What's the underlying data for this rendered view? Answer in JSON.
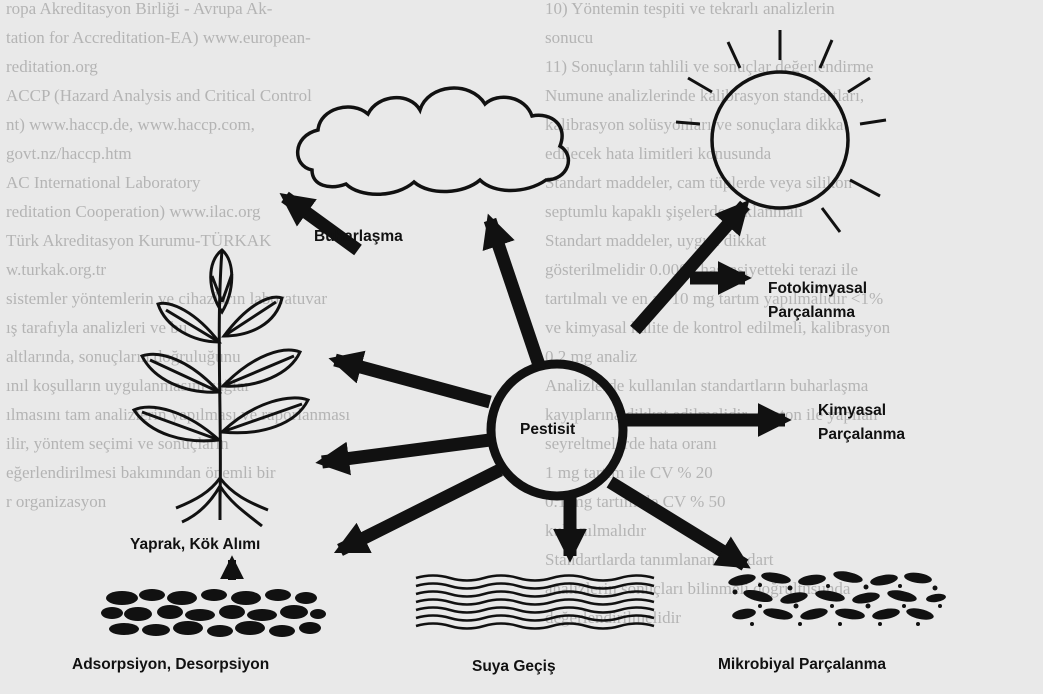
{
  "diagram": {
    "center_label": "Pestisit",
    "labels": {
      "evaporation": "Buharlaşma",
      "photochemical_1": "Fotokimyasal",
      "photochemical_2": "Parçalanma",
      "chemical_1": "Kimyasal",
      "chemical_2": "Parçalanma",
      "uptake": "Yaprak, Kök Alımı",
      "adsorption": "Adsorpsiyon, Desorpsiyon",
      "water": "Suya Geçiş",
      "microbial": "Mikrobiyal Parçalanma"
    }
  },
  "background_text": {
    "left": [
      "ropa Akreditasyon Birliği - Avrupa Ak-",
      "tation for Accreditation-EA) www.european-",
      "reditation.org",
      "ACCP (Hazard Analysis and Critical Control",
      "nt) www.haccp.de, www.haccp.com,",
      "govt.nz/haccp.htm",
      "AC International Laboratory",
      "reditation Cooperation) www.ilac.org",
      "Türk Akreditasyon Kurumu-TÜRKAK",
      "w.turkak.org.tr",
      "sistemler yöntemlerin ve cihazların laboratuvar",
      "ış tarafıyla analizleri ve bu",
      "altlarında, sonuçların doğruluğunu",
      "ınıl koşulların uygulanmasını sağlar",
      "ılmasını tam analizlerin yapılması ve raporlanması",
      "ilir, yöntem seçimi ve sonuçların",
      "eğerlendirilmesi bakımından önemli bir",
      "r organizasyon"
    ],
    "right": [
      "10) Yöntemin tespiti ve tekrarlı analizlerin",
      "sonucu",
      "11) Sonuçların tahlili ve sonuçlar değerlendirme",
      "Numune analizlerinde kalibrasyon standartları,",
      "kalibrasyon solüsyonları ve sonuçlara dikkat",
      "edilecek hata limitleri konusunda",
      "Standart maddeler, cam tüplerde veya silikon",
      "septumlu kapaklı şişelerde saklanmalı",
      "Standart maddeler, uygun dikkat",
      "gösterilmelidir 0.0001 hassasiyetteki terazi ile",
      "tartılmalı ve en az 10 mg tartım yapılmalıdır <1%",
      "ve kimyasal kalite de kontrol edilmeli, kalibrasyon",
      "0.2 mg analiz",
      "Analizlerde kullanılan standartların buharlaşma",
      "kayıplarına dikkat edilmelidir. Aseton ile yapılan",
      "seyreltmelerde hata oranı",
      "1 mg tartım ile CV % 20",
      "0.1 mg tartım ile CV % 50",
      "kullanılmalıdır",
      "Standartlarda tanımlanan standart",
      "analizlerin sonuçları bilinmeli doğrultusunda",
      "değerlendirilmelidir"
    ]
  },
  "colors": {
    "ink": "#111111",
    "paper": "#e9e9e9",
    "faded_text": "#b4b4b4"
  }
}
